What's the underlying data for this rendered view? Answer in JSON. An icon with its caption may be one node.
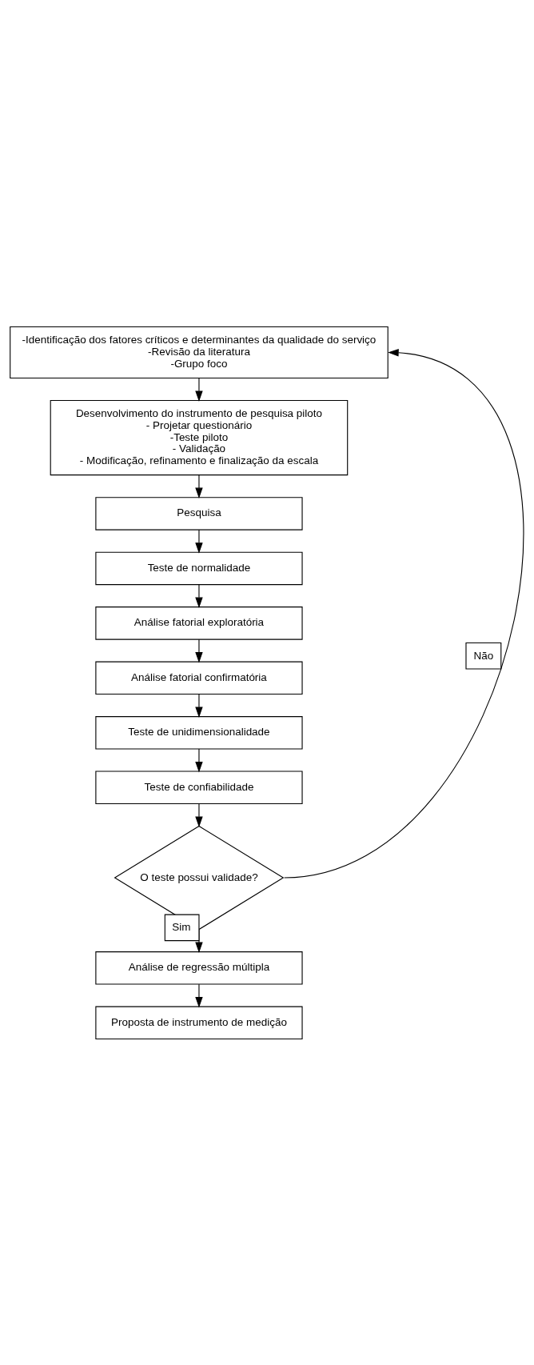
{
  "diagram": {
    "nodes": [
      {
        "text": [
          "-Identificação dos fatores críticos e determinantes da qualidade do serviço",
          "-Revisão da literatura",
          "-Grupo foco"
        ]
      },
      {
        "text": [
          "Desenvolvimento do instrumento de pesquisa piloto",
          "- Projetar questionário",
          "-Teste piloto",
          "- Validação",
          "- Modificação, refinamento e finalização da escala"
        ]
      },
      {
        "text": [
          "Pesquisa"
        ]
      },
      {
        "text": [
          "Teste de normalidade"
        ]
      },
      {
        "text": [
          "Análise fatorial exploratória"
        ]
      },
      {
        "text": [
          "Análise fatorial confirmatória"
        ]
      },
      {
        "text": [
          "Teste de unidimensionalidade"
        ]
      },
      {
        "text": [
          "Teste de confiabilidade"
        ]
      },
      {
        "text": [
          "O teste possui validade?"
        ]
      },
      {
        "text": [
          "Análise de regressão múltipla"
        ]
      },
      {
        "text": [
          "Proposta de instrumento de medição"
        ]
      }
    ],
    "edges": [
      {
        "from": 0,
        "to": 1,
        "arrow": "to"
      },
      {
        "from": 1,
        "to": 2,
        "arrow": "to"
      },
      {
        "from": 2,
        "to": 3,
        "arrow": "to"
      },
      {
        "from": 3,
        "to": 4,
        "arrow": "to"
      },
      {
        "from": 4,
        "to": 5,
        "arrow": "to"
      },
      {
        "from": 5,
        "to": 6,
        "arrow": "to"
      },
      {
        "from": 6,
        "to": 7,
        "arrow": "to"
      },
      {
        "from": 7,
        "to": 8,
        "arrow": "to"
      },
      {
        "from": 8,
        "to": 0,
        "arrow": "to",
        "label": "Não"
      },
      {
        "from": 8,
        "to": 9,
        "arrow": "to",
        "label": "Sim"
      },
      {
        "from": 9,
        "to": 10,
        "arrow": "to"
      }
    ]
  }
}
